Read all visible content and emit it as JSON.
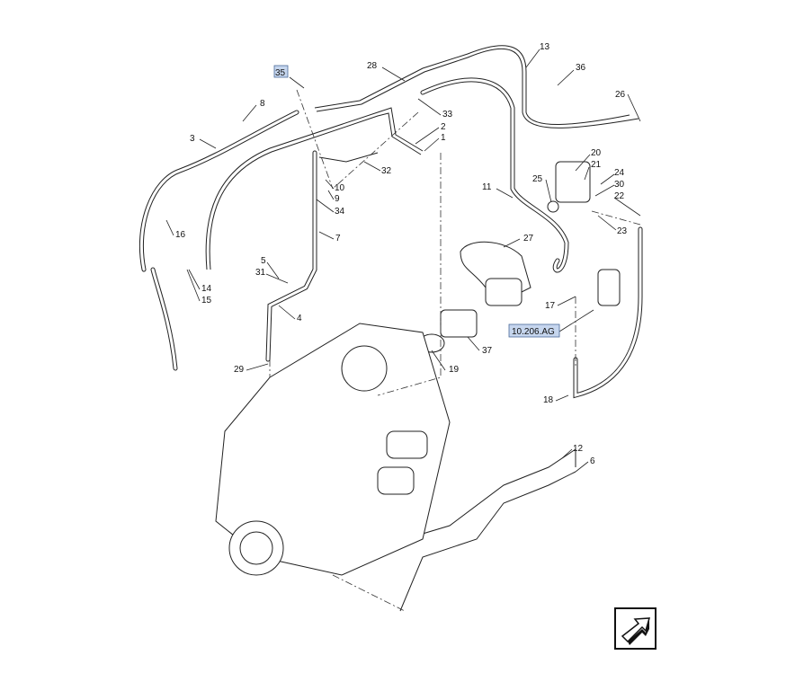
{
  "diagram": {
    "callouts": [
      "35",
      "28",
      "13",
      "36",
      "26",
      "8",
      "33",
      "2",
      "1",
      "3",
      "20",
      "21",
      "24",
      "30",
      "22",
      "23",
      "25",
      "11",
      "32",
      "10",
      "9",
      "34",
      "16",
      "7",
      "27",
      "5",
      "31",
      "14",
      "15",
      "4",
      "17",
      "37",
      "19",
      "29",
      "18",
      "12",
      "6"
    ],
    "reference_link": "10.206.AG",
    "highlighted_callout": "35",
    "highlight_color": "#c6d6ee",
    "navigation_icon": "arrow-next-page-icon"
  }
}
